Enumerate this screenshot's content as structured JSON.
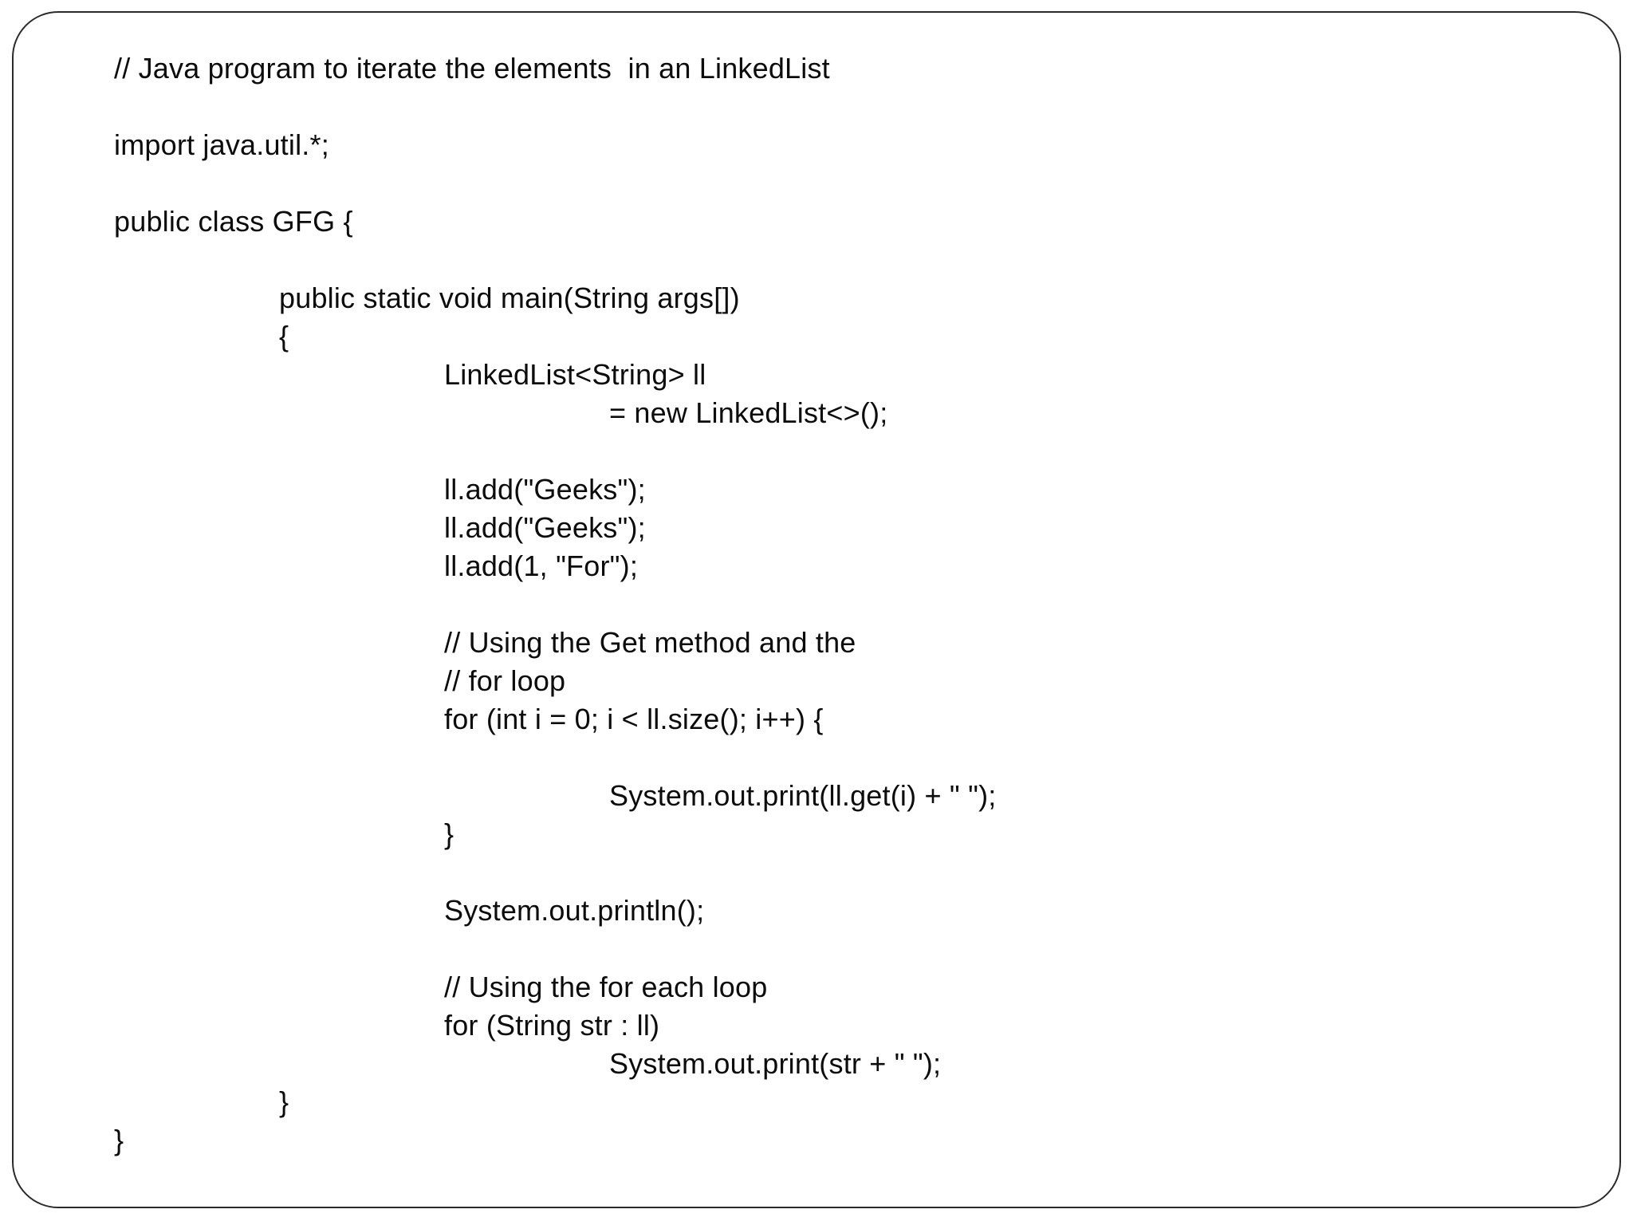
{
  "page": {
    "background": "#ffffff",
    "border_color": "#2b2b2b",
    "text_color": "#0c0c0c"
  },
  "code_snippet": {
    "lines": [
      {
        "indent": 0,
        "text": "// Java program to iterate the elements  in an LinkedList"
      },
      {
        "indent": 0,
        "text": ""
      },
      {
        "indent": 0,
        "text": "import java.util.*;"
      },
      {
        "indent": 0,
        "text": ""
      },
      {
        "indent": 0,
        "text": "public class GFG {"
      },
      {
        "indent": 0,
        "text": ""
      },
      {
        "indent": 1,
        "text": "public static void main(String args[])"
      },
      {
        "indent": 1,
        "text": "{"
      },
      {
        "indent": 2,
        "text": "LinkedList<String> ll"
      },
      {
        "indent": 3,
        "text": "= new LinkedList<>();"
      },
      {
        "indent": 0,
        "text": ""
      },
      {
        "indent": 2,
        "text": "ll.add(\"Geeks\");"
      },
      {
        "indent": 2,
        "text": "ll.add(\"Geeks\");"
      },
      {
        "indent": 2,
        "text": "ll.add(1, \"For\");"
      },
      {
        "indent": 0,
        "text": ""
      },
      {
        "indent": 2,
        "text": "// Using the Get method and the"
      },
      {
        "indent": 2,
        "text": "// for loop"
      },
      {
        "indent": 2,
        "text": "for (int i = 0; i < ll.size(); i++) {"
      },
      {
        "indent": 0,
        "text": ""
      },
      {
        "indent": 3,
        "text": "System.out.print(ll.get(i) + \" \");"
      },
      {
        "indent": 2,
        "text": "}"
      },
      {
        "indent": 0,
        "text": ""
      },
      {
        "indent": 2,
        "text": "System.out.println();"
      },
      {
        "indent": 0,
        "text": ""
      },
      {
        "indent": 2,
        "text": "// Using the for each loop"
      },
      {
        "indent": 2,
        "text": "for (String str : ll)"
      },
      {
        "indent": 3,
        "text": "System.out.print(str + \" \");"
      },
      {
        "indent": 1,
        "text": "}"
      },
      {
        "indent": 0,
        "text": "}"
      }
    ]
  }
}
